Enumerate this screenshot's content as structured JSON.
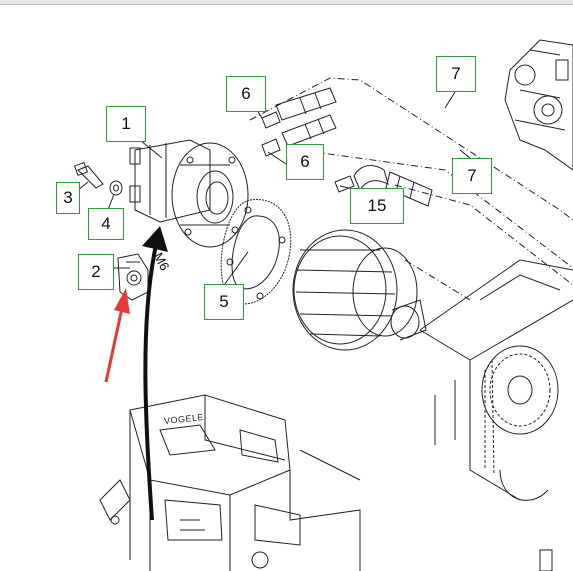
{
  "callouts": {
    "c1": "1",
    "c2": "2",
    "c3": "3",
    "c4": "4",
    "c5": "5",
    "c6a": "6",
    "c6b": "6",
    "c7a": "7",
    "c7b": "7",
    "c15": "15"
  },
  "labels": {
    "thread_size": "M6",
    "brand": "VOGELE"
  },
  "colors": {
    "callout_border": "#2e9a3c",
    "highlight_arrow": "#e53935",
    "line_art": "#222222"
  }
}
